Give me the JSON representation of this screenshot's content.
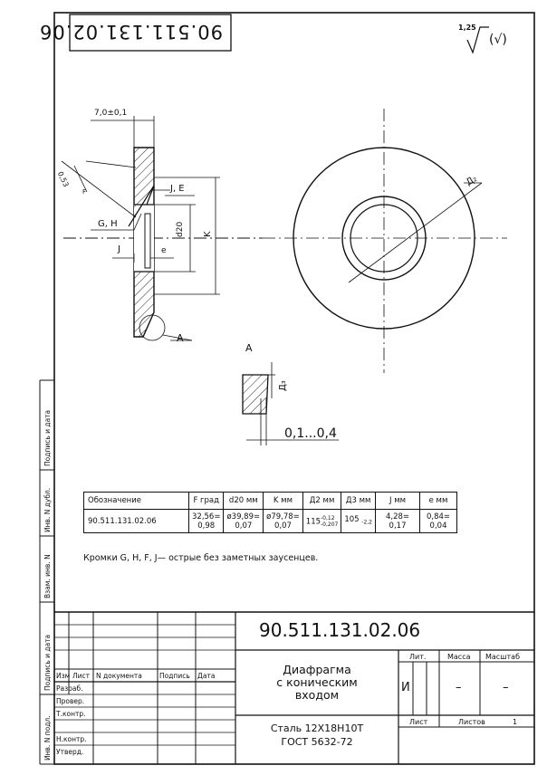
{
  "stamp_top": "90.511.131.02.06",
  "roughness": {
    "value": "1,25",
    "suffix": "(√)"
  },
  "drawing": {
    "dim_thickness": "7,0±0,1",
    "dim_chamfer": "0,53",
    "label_F": "F",
    "label_JE": "J, E",
    "label_GH": "G, H",
    "label_d20": "d20",
    "label_K": "K",
    "label_J": "J",
    "label_e": "e",
    "label_D2": "Д₂",
    "callout_A": "A",
    "detail_title": "A",
    "detail_D3": "Д₃",
    "detail_gap": "0,1...0,4"
  },
  "spec_table": {
    "headers": [
      "Обозначение",
      "F  град",
      "d20  мм",
      "K  мм",
      "Д2  мм",
      "Д3  мм",
      "J  мм",
      "e  мм"
    ],
    "row": {
      "designation": "90.511.131.02.06",
      "F_main": "32,56=",
      "F_tol": "0,98",
      "d20_main": "ø39,89=",
      "d20_tol": "0,07",
      "K_main": "ø79,78=",
      "K_tol": "0,07",
      "D2_main": "115",
      "D2_up": "-0,12",
      "D2_low": "-0,207",
      "D3_main": "105",
      "D3_low": "-2,2",
      "J_main": "4,28=",
      "J_tol": "0,17",
      "e_main": "0,84=",
      "e_tol": "0,04"
    }
  },
  "note": "Кромки G, H, F, J— острые  без  заметных  заусенцев.",
  "title_block": {
    "doc_number": "90.511.131.02.06",
    "name_line1": "Диафрагма",
    "name_line2": "с  коническим",
    "name_line3": "входом",
    "material_line1": "Сталь  12Х18Н10Т",
    "material_line2": "ГОСТ  5632-72",
    "hdr_izm": "Изм",
    "hdr_list": "Лист",
    "hdr_docnum": "N  документа",
    "hdr_sign": "Подпись",
    "hdr_date": "Дата",
    "role_razrab": "Разраб.",
    "role_prover": "Провер.",
    "role_tkontr": "Т.контр.",
    "role_nkontr": "Н.контр.",
    "role_utverd": "Утверд.",
    "lit_label": "Лит.",
    "mass_label": "Масса",
    "scale_label": "Масштаб",
    "lit_value": "И",
    "mass_value": "–",
    "scale_value": "–",
    "sheet_label": "Лист",
    "sheets_label": "Листов",
    "sheets_value": "1"
  },
  "side_strip": {
    "podp_date_1": "Подпись  и  дата",
    "inv_dubl": "Инв.  N  дубл.",
    "vzam_inv": "Взам.  инв.  N",
    "podp_date_2": "Подпись  и  дата",
    "inv_podl": "Инв.  N  подл."
  }
}
